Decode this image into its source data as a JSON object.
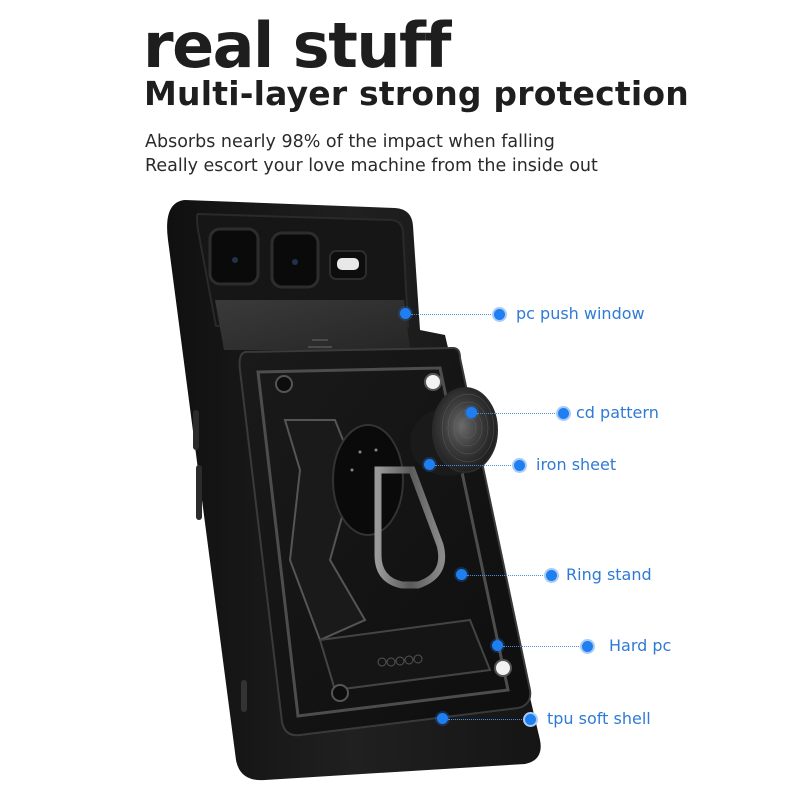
{
  "header": {
    "title": "real stuff",
    "subtitle": "Multi-layer strong protection",
    "description_lines": [
      "Absorbs nearly 98% of the impact when falling",
      "Really escort your love machine from the inside out"
    ]
  },
  "product": {
    "name": "phone-case-with-ring-stand",
    "case_color": "#1c1c1c",
    "accent_color": "#1f7ef0"
  },
  "callouts": [
    {
      "id": "pc-push-window",
      "label": "pc push window"
    },
    {
      "id": "cd-pattern",
      "label": "cd pattern"
    },
    {
      "id": "iron-sheet",
      "label": "iron sheet"
    },
    {
      "id": "ring-stand",
      "label": "Ring stand"
    },
    {
      "id": "hard-pc",
      "label": "Hard pc"
    },
    {
      "id": "tpu-soft-shell",
      "label": "tpu soft shell"
    }
  ]
}
